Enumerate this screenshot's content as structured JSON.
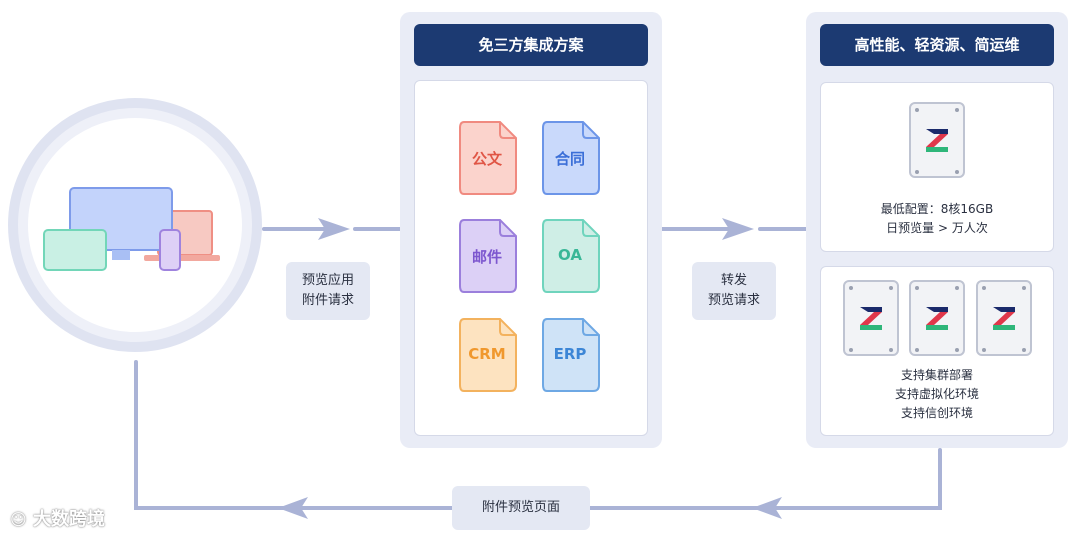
{
  "left_devices": {
    "label": ""
  },
  "arrows": {
    "request_label_line1": "预览应用",
    "request_label_line2": "附件请求",
    "forward_label_line1": "转发",
    "forward_label_line2": "预览请求",
    "return_label": "附件预览页面"
  },
  "integration_panel": {
    "header": "免三方集成方案",
    "docs": [
      {
        "label": "公文",
        "color": "#f08a80",
        "fill": "#fbd3cc",
        "text": "#e05646"
      },
      {
        "label": "合同",
        "color": "#6c95e8",
        "fill": "#c9d9fb",
        "text": "#3b6fd8"
      },
      {
        "label": "邮件",
        "color": "#9b7fdc",
        "fill": "#dcd0f6",
        "text": "#7d57cf"
      },
      {
        "label": "OA",
        "color": "#6fd4bd",
        "fill": "#cfeee6",
        "text": "#39b797"
      },
      {
        "label": "CRM",
        "color": "#f3b25e",
        "fill": "#fde3c0",
        "text": "#f0982d"
      },
      {
        "label": "ERP",
        "color": "#6ea8e4",
        "fill": "#cfe3f7",
        "text": "#3d86d6"
      }
    ]
  },
  "performance_panel": {
    "header": "高性能、轻资源、简运维",
    "single_spec_line1": "最低配置：8核16GB",
    "single_spec_line2": "日预览量 > 万人次",
    "cluster_line1": "支持集群部署",
    "cluster_line2": "支持虚拟化环境",
    "cluster_line3": "支持信创环境"
  },
  "watermark": "大数跨境",
  "colors": {
    "arrow": "#aab3d6",
    "header_bg": "#1c3a72",
    "panel_bg": "#e9ecf6"
  }
}
